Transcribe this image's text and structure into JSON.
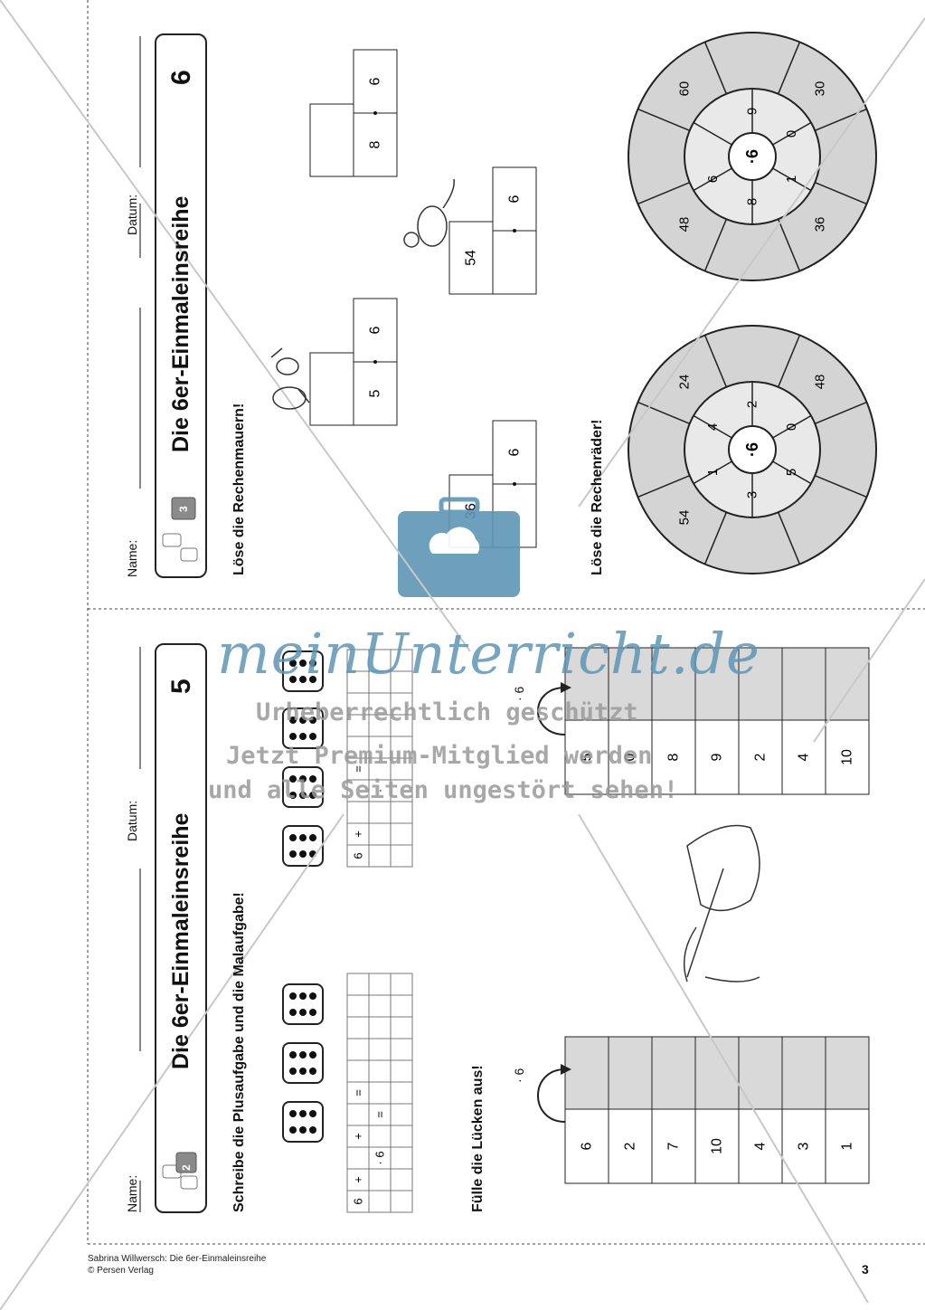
{
  "sheet5": {
    "name_label": "Name:",
    "date_label": "Datum:",
    "title": "Die 6er-Einmaleinsreihe",
    "number": "5",
    "level_badge": "2",
    "task1": "Schreibe die Plusaufgabe und die Malaufgabe!",
    "task2": "Fülle die Lücken aus!",
    "left_table": {
      "operator": "· 6",
      "inputs": [
        "6",
        "2",
        "7",
        "10",
        "4",
        "3",
        "1"
      ]
    },
    "right_table": {
      "operator": "· 6",
      "inputs": [
        "5",
        "0",
        "8",
        "9",
        "2",
        "4",
        "10"
      ]
    },
    "grid_a": {
      "row1": [
        "6",
        "+",
        "",
        "+",
        "",
        "="
      ],
      "row2": [
        "",
        "",
        "",
        "· 6",
        "="
      ]
    },
    "grid_b": {
      "row1": [
        "6",
        "+",
        "",
        "",
        "="
      ],
      "row2": [
        "",
        "",
        "",
        "·"
      ]
    }
  },
  "sheet6": {
    "name_label": "Name:",
    "date_label": "Datum:",
    "title": "Die 6er-Einmaleinsreihe",
    "number": "6",
    "level_badge": "3",
    "task1": "Löse die Rechenmauern!",
    "task2": "Löse die Rechenräder!",
    "walls": [
      {
        "left": "5",
        "right": "6"
      },
      {
        "left": "36",
        "right": "6"
      },
      {
        "left": "54",
        "right": "6"
      },
      {
        "left": "8",
        "right": "6"
      }
    ],
    "wheel1": {
      "center": "·6",
      "inner": [
        "2",
        "0",
        "5",
        "3",
        "1",
        "4"
      ],
      "outer": [
        "24",
        "48",
        "54"
      ]
    },
    "wheel2": {
      "center": "·6",
      "inner": [
        "9",
        "0",
        "1",
        "8",
        "6"
      ],
      "outer": [
        "60",
        "30",
        "36",
        "48"
      ]
    }
  },
  "watermark": {
    "brand": "meinUnterricht.de",
    "line1": "Urheberrechtlich geschützt",
    "line2": "Jetzt Premium-Mitglied werden",
    "line3": "und alle Seiten ungestört sehen!"
  },
  "footer": {
    "line1": "Sabrina Willwersch: Die 6er-Einmaleinsreihe",
    "line2": "© Persen Verlag",
    "page": "3"
  },
  "colors": {
    "grey_cell": "#d9d9d9",
    "watermark_blue": "#5e96b5",
    "watermark_grey": "#9a9a9a"
  }
}
